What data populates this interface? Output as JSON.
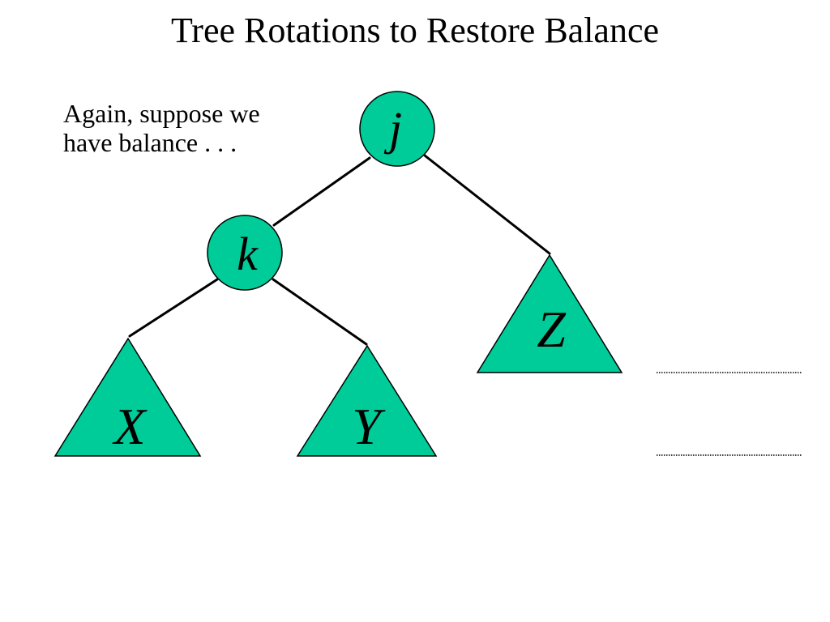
{
  "slide": {
    "title": "Tree Rotations to Restore Balance",
    "caption_lines": [
      "Again, suppose we",
      "have balance . . ."
    ]
  },
  "tree": {
    "root": {
      "label": "j"
    },
    "left_child": {
      "label": "k"
    },
    "subtrees": [
      {
        "label": "X"
      },
      {
        "label": "Y"
      },
      {
        "label": "Z"
      }
    ]
  },
  "colors": {
    "node_fill": "#00CC99",
    "stroke": "#000000",
    "background": "#FFFFFF"
  }
}
